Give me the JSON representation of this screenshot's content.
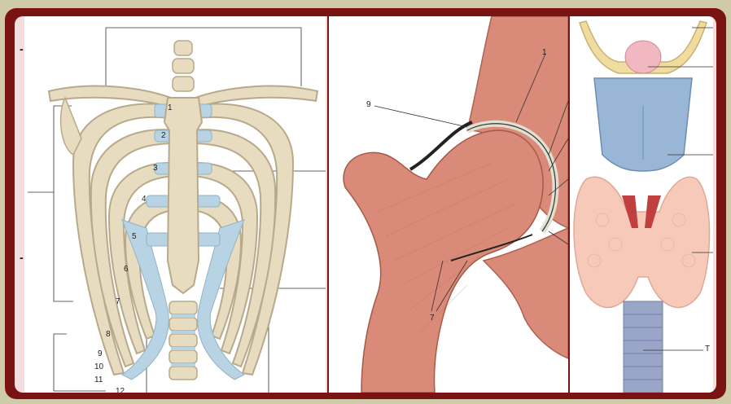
{
  "ribcage": {
    "labels": [
      "1",
      "2",
      "3",
      "4",
      "5",
      "6",
      "7",
      "8",
      "9",
      "10",
      "11",
      "12"
    ]
  },
  "hip": {
    "labels": [
      "1",
      "9",
      "7"
    ]
  },
  "larynx": {
    "labels": [
      "T"
    ]
  },
  "colors": {
    "frame": "#7a1414",
    "background": "#cfcaa8",
    "bone": "#e8dcc0",
    "cartilage": "#b8d4e4",
    "flesh": "#d98a78",
    "thyroid": "#f6c9b8"
  }
}
